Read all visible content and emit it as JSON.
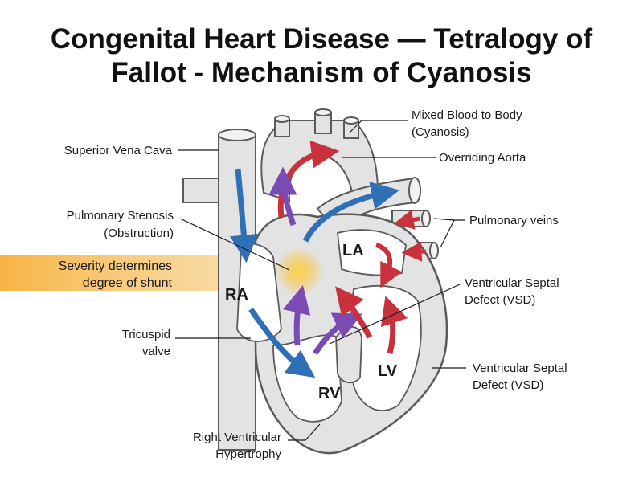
{
  "title": {
    "line1": "Congenital Heart Disease — Tetralogy of",
    "line2": "Fallot - Mechanism of Cyanosis"
  },
  "labels": {
    "superior_vena_cava": "Superior Vena Cava",
    "pulmonary_stenosis_1": "Pulmonary Stenosis",
    "pulmonary_stenosis_2": "(Obstruction)",
    "severity_1": "Severity determines",
    "severity_2": "degree of shunt",
    "tricuspid_1": "Tricuspid",
    "tricuspid_2": "valve",
    "rvh_1": "Right Ventricular",
    "rvh_2": "Hypertrophy",
    "mixed_blood_1": "Mixed Blood to Body",
    "mixed_blood_2": "(Cyanosis)",
    "overriding_aorta": "Overriding Aorta",
    "pulmonary_veins": "Pulmonary veins",
    "vsd_a_1": "Ventricular Septal",
    "vsd_a_2": "Defect (VSD)",
    "vsd_b_1": "Ventricular Septal",
    "vsd_b_2": "Defect (VSD)"
  },
  "chambers": {
    "ra": "RA",
    "rv": "RV",
    "la": "LA",
    "lv": "LV"
  },
  "colors": {
    "deoxygenated": "#2f6fb5",
    "oxygenated": "#c8323c",
    "mixed": "#7b4bb5",
    "tissue": "#e3e3e3",
    "outline": "#5a5a5a",
    "highlight": "#f5a623"
  }
}
